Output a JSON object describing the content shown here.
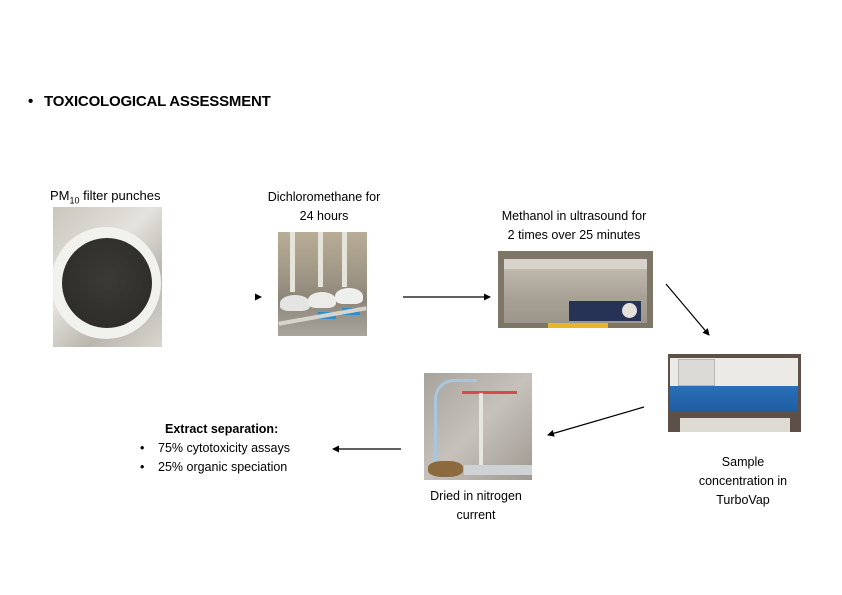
{
  "title": "TOXICOLOGICAL ASSESSMENT",
  "steps": [
    {
      "id": "filter",
      "label_prefix": "PM",
      "label_sub": "10",
      "label_suffix": " filter punches",
      "image": "filter-punch-photo"
    },
    {
      "id": "dcm",
      "label_lines": [
        "Dichloromethane for",
        "24 hours"
      ],
      "image": "soxhlet-extraction-photo"
    },
    {
      "id": "methanol",
      "label_lines": [
        "Methanol in ultrasound for",
        "2 times over 25 minutes"
      ],
      "image": "ultrasound-bath-photo"
    },
    {
      "id": "turbovap",
      "label_lines": [
        "Sample",
        "concentration in",
        "TurboVap"
      ],
      "image": "turbovap-photo"
    },
    {
      "id": "nitrogen",
      "label_lines": [
        "Dried in nitrogen",
        "current"
      ],
      "image": "nitrogen-drying-photo"
    }
  ],
  "separation": {
    "heading": "Extract separation:",
    "items": [
      "75% cytotoxicity assays",
      "25% organic speciation"
    ]
  }
}
